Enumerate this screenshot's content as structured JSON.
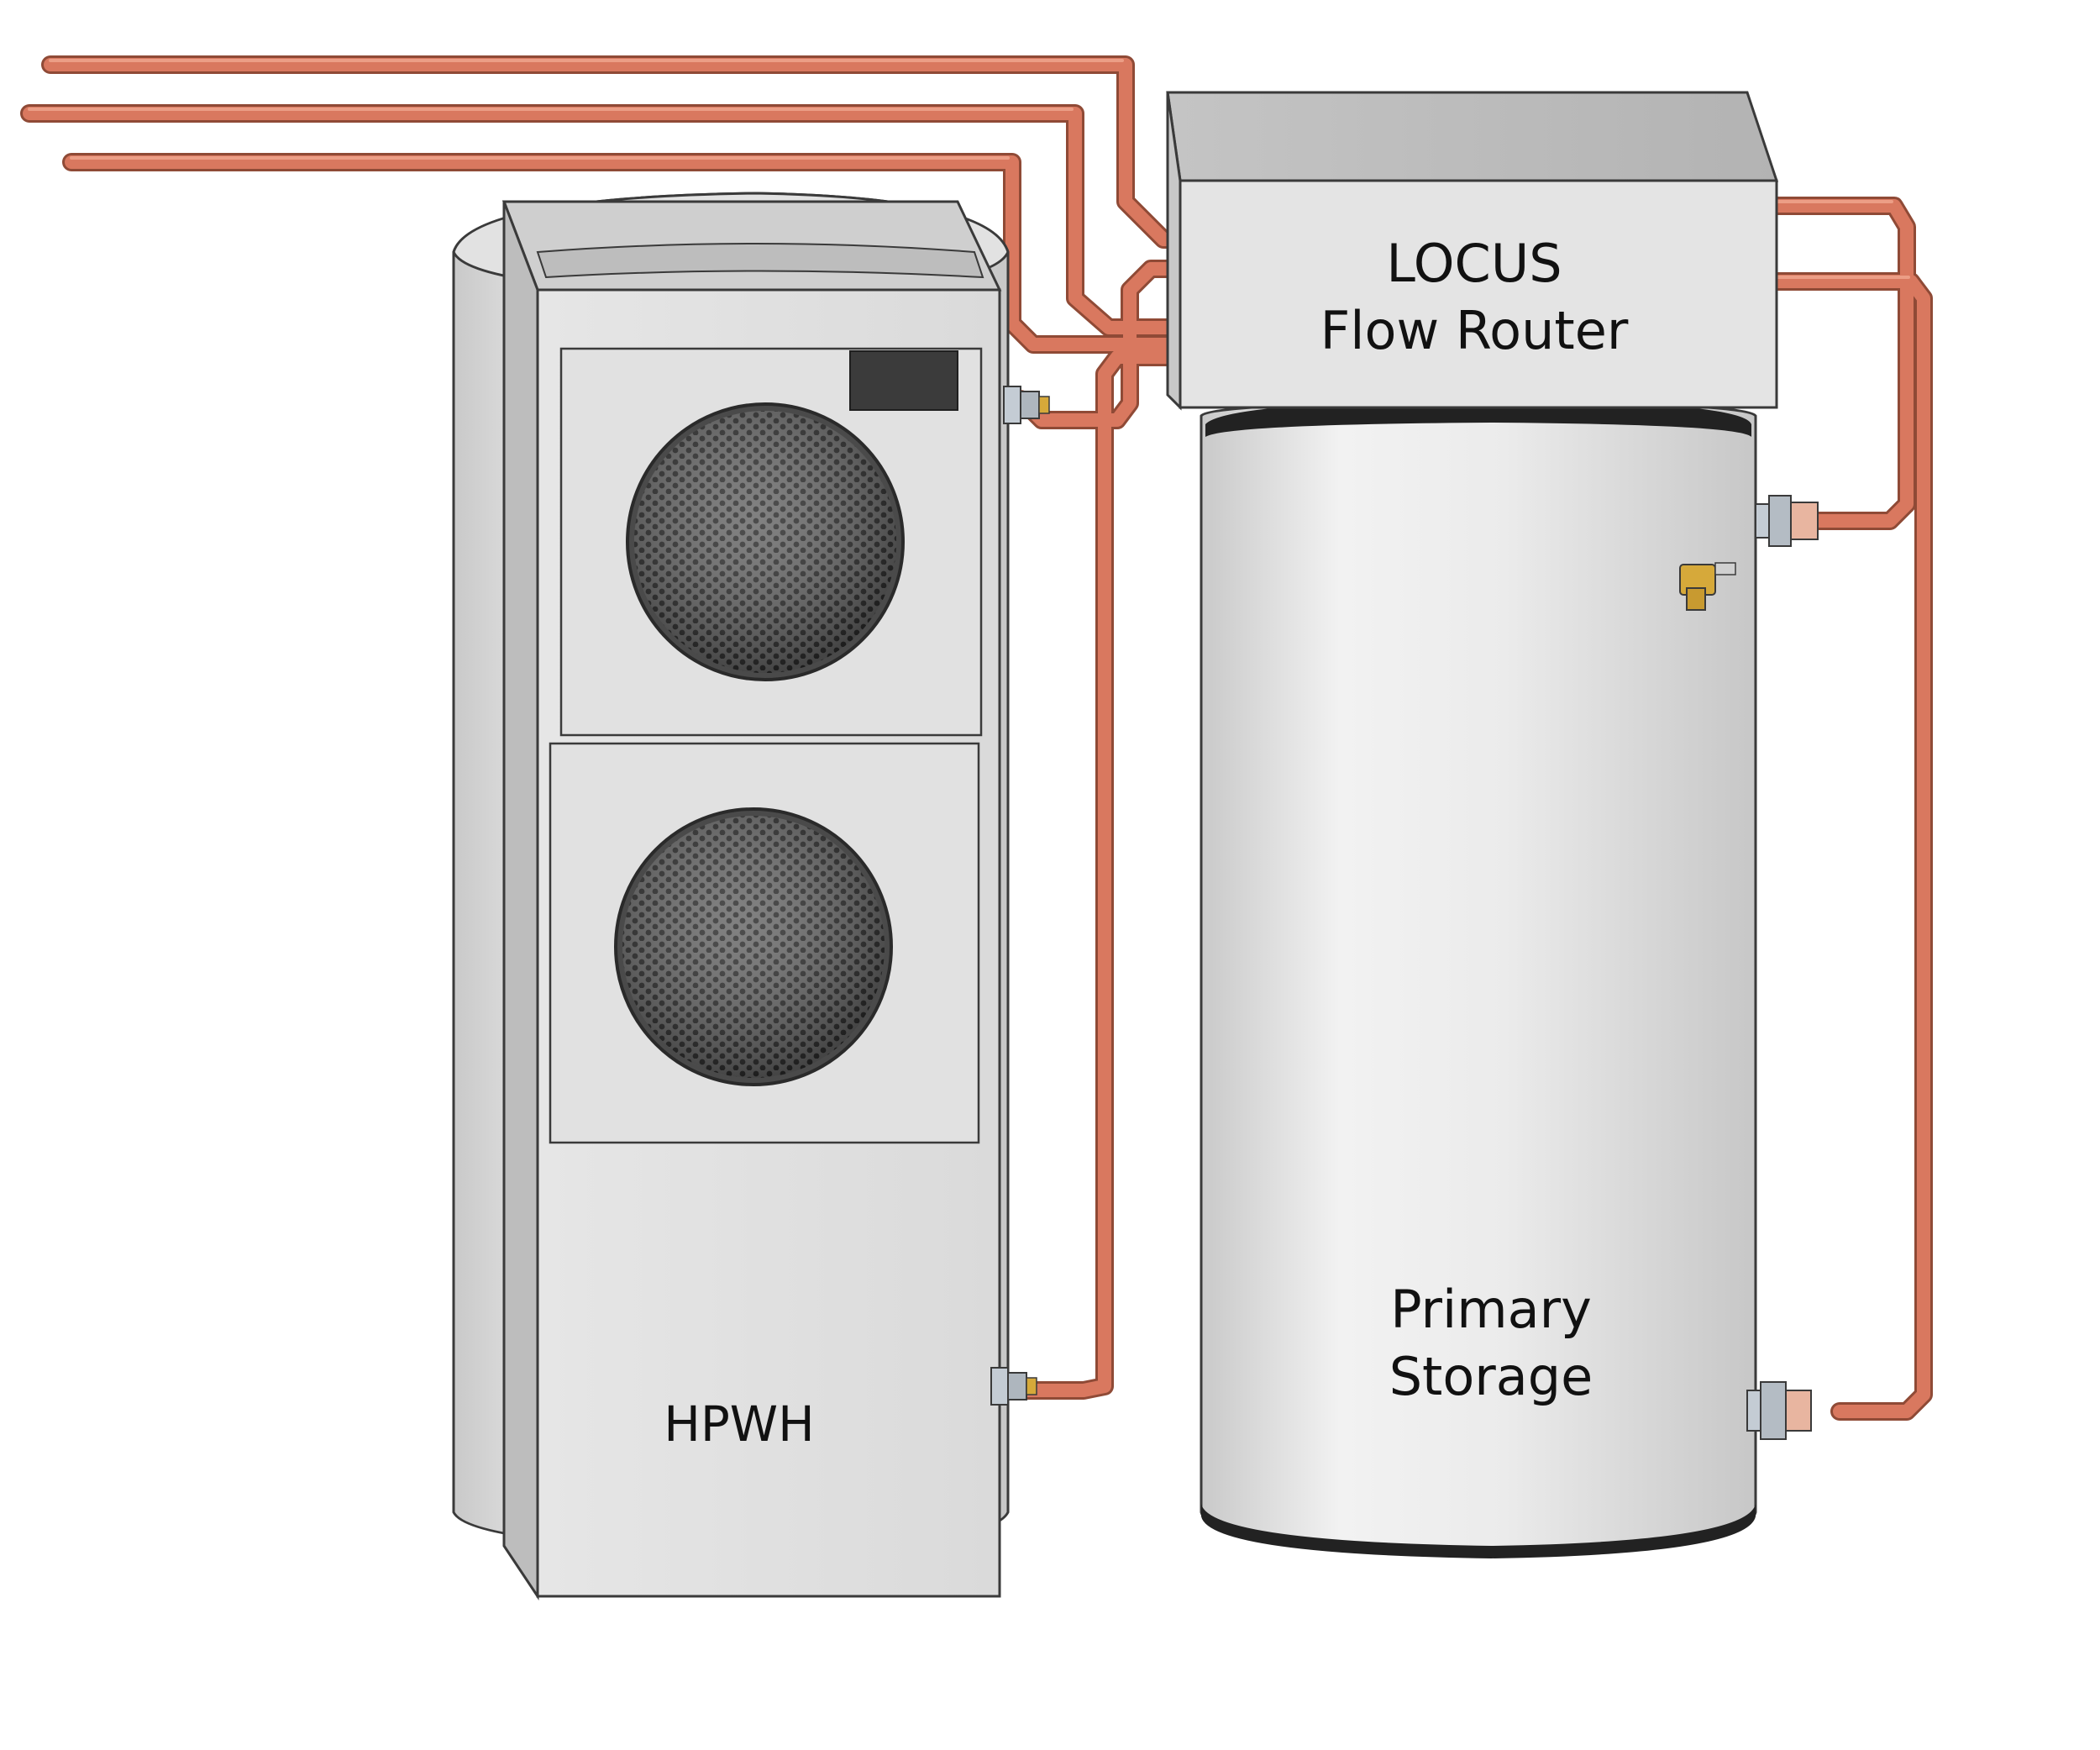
{
  "labels": {
    "router_line1": "LOCUS",
    "router_line2": "Flow Router",
    "storage_line1": "Primary",
    "storage_line2": "Storage",
    "hpwh": "HPWH"
  },
  "colors": {
    "pipe": "#d9785f",
    "pipe_edge": "#8f4a36",
    "body_light": "#e8e8e8",
    "body_mid": "#d4d4d4",
    "body_dark": "#b8b8b8",
    "outline": "#3a3a3a",
    "panel_display": "#3b3b3b",
    "band_dark": "#222222",
    "valve_brass": "#d6a93a",
    "fitting_steel": "#c4ccd4"
  },
  "icons": {
    "fan_grille": "perforated-fan-grille",
    "valve": "relief-valve"
  }
}
